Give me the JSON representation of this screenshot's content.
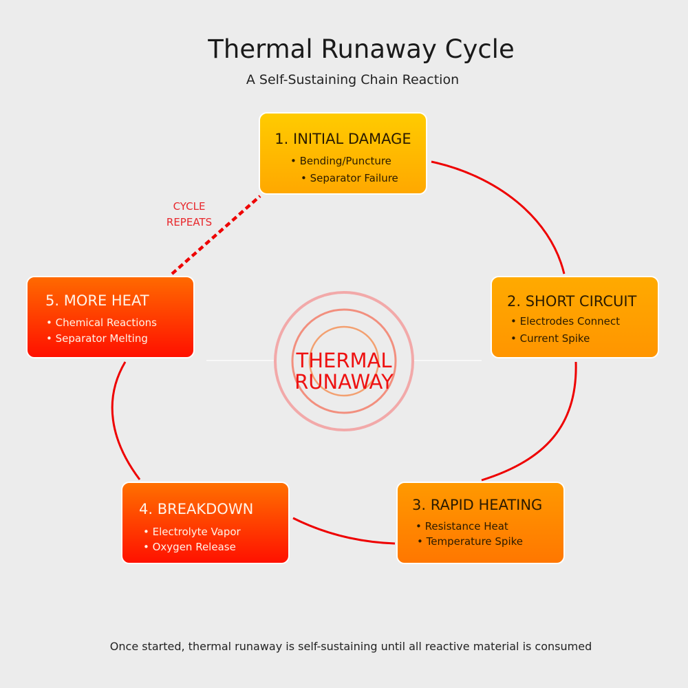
{
  "title": "Thermal Runaway Cycle",
  "subtitle": "A Self-Sustaining Chain Reaction",
  "footer": "Once started, thermal runaway is self-sustaining until all reactive material is consumed",
  "center": {
    "line1": "THERMAL",
    "line2": "RUNAWAY"
  },
  "cycle_label": {
    "line1": "CYCLE",
    "line2": "REPEATS"
  },
  "steps": [
    {
      "title": "1. INITIAL DAMAGE",
      "bullets": [
        "• Bending/Puncture",
        "• Separator Failure"
      ]
    },
    {
      "title": "2. SHORT CIRCUIT",
      "bullets": [
        "• Electrodes Connect",
        "• Current Spike"
      ]
    },
    {
      "title": "3. RAPID HEATING",
      "bullets": [
        "• Resistance Heat",
        "• Temperature Spike"
      ]
    },
    {
      "title": "4. BREAKDOWN",
      "bullets": [
        "• Electrolyte Vapor",
        "• Oxygen Release"
      ]
    },
    {
      "title": "5. MORE HEAT",
      "bullets": [
        "• Chemical Reactions",
        "• Separator Melting"
      ]
    }
  ],
  "colors": {
    "connector": "#ee0000",
    "background": "#ececec",
    "ring_outer": "#f2a7a7",
    "ring_middle": "#f08a6a",
    "ring_inner": "#f0a060"
  }
}
